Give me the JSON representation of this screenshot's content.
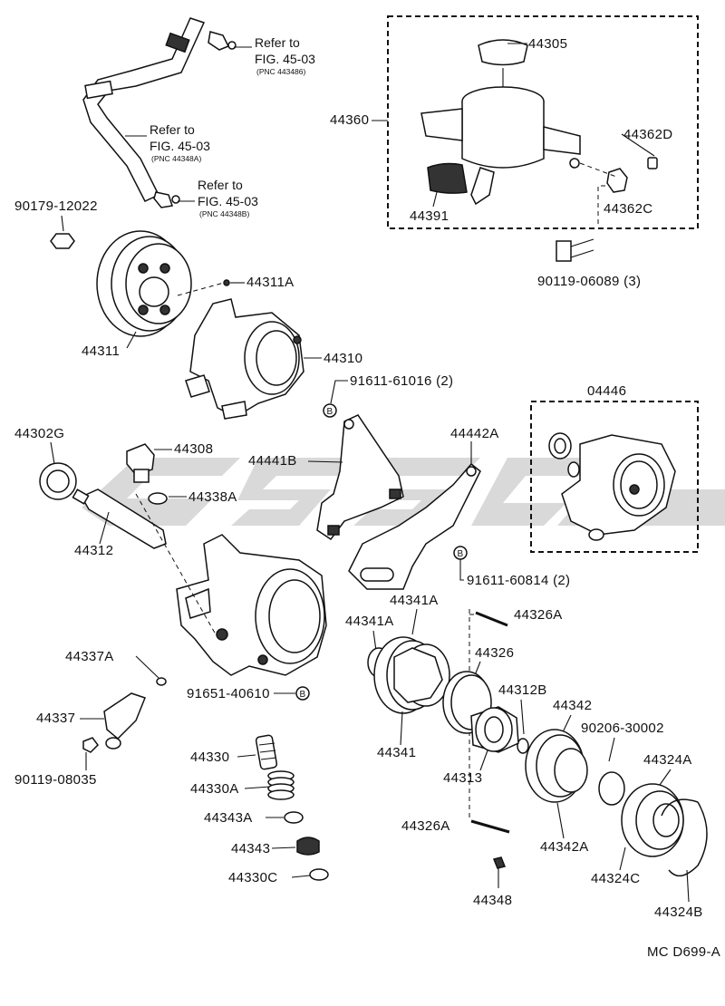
{
  "refs": [
    {
      "line1": "Refer to",
      "line2": "FIG. 45-03",
      "pnc": "(PNC 443486)"
    },
    {
      "line1": "Refer to",
      "line2": "FIG. 45-03",
      "pnc": "(PNC 44348A)"
    },
    {
      "line1": "Refer to",
      "line2": "FIG. 45-03",
      "pnc": "(PNC 44348B)"
    }
  ],
  "labels": {
    "p44305": "44305",
    "p44360": "44360",
    "p44362D": "44362D",
    "p44391": "44391",
    "p44362C": "44362C",
    "p90119_06089": "90119-06089 (3)",
    "p90179_12022": "90179-12022",
    "p44311A": "44311A",
    "p44311": "44311",
    "p44310": "44310",
    "p91611_61016": "91611-61016 (2)",
    "p04446": "04446",
    "p44302G": "44302G",
    "p44308": "44308",
    "p44441B": "44441B",
    "p44442A": "44442A",
    "p44338A": "44338A",
    "p44312": "44312",
    "p91611_60814": "91611-60814 (2)",
    "p44341A_1": "44341A",
    "p44341A_2": "44341A",
    "p44326A_1": "44326A",
    "p44326": "44326",
    "p44337A": "44337A",
    "p91651_40610": "91651-40610",
    "p44312B": "44312B",
    "p44342": "44342",
    "p90206_30002": "90206-30002",
    "p44337": "44337",
    "p44341": "44341",
    "p44324A": "44324A",
    "p44330": "44330",
    "p44313": "44313",
    "p90119_08035": "90119-08035",
    "p44330A": "44330A",
    "p44343A": "44343A",
    "p44326A_2": "44326A",
    "p44342A": "44342A",
    "p44343": "44343",
    "p44324C": "44324C",
    "p44330C": "44330C",
    "p44348": "44348",
    "p44324B": "44324B"
  },
  "markers": {
    "b": "B"
  },
  "drawing_code": "MC D699-A"
}
